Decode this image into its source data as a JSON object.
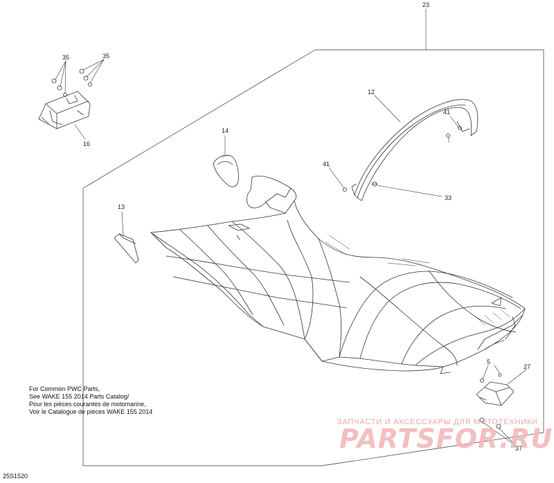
{
  "callouts": {
    "c23": "23",
    "c35a": "35",
    "c35b": "35",
    "c16": "16",
    "c14": "14",
    "c12": "12",
    "c41a": "41",
    "c41b": "41",
    "c33": "33",
    "c13": "13",
    "c5": "5",
    "c27": "27",
    "c37": "37"
  },
  "note": {
    "line1": "For Common PWC Parts,",
    "line2": "See WAKE 155 2014 Parts Catalog/",
    "line3": "Pour les pièces courantes de motomarine,",
    "line4": "Voir le Catalogue de pièces WAKE 155 2014"
  },
  "diagram_id": "25S1520",
  "watermark": {
    "tagline": "ЗАПЧАСТИ И АКСЕССУАРЫ ДЛЯ МОТОТЕХНИКИ",
    "logo": "PARTSFOR.RU"
  },
  "colors": {
    "line": "#333333",
    "watermark": "#f2b9b9"
  }
}
